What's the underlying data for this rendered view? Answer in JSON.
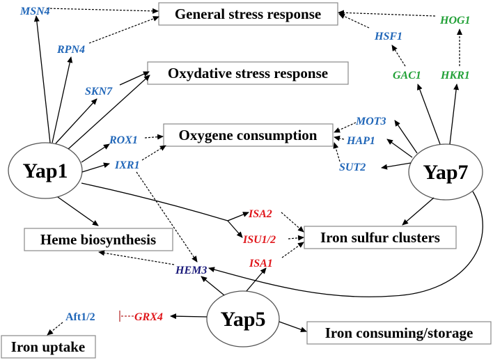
{
  "hubs": {
    "yap1": "Yap1",
    "yap7": "Yap7",
    "yap5": "Yap5"
  },
  "processes": {
    "general_stress": "General stress response",
    "oxidative_stress": "Oxydative stress response",
    "oxygen_consumption": "Oxygene consumption",
    "heme_biosynthesis": "Heme biosynthesis",
    "iron_sulfur": "Iron sulfur clusters",
    "iron_uptake": "Iron uptake",
    "iron_consuming": "Iron consuming/storage"
  },
  "genes": {
    "msn4": "MSN4",
    "rpn4": "RPN4",
    "skn7": "SKN7",
    "rox1": "ROX1",
    "ixr1": "IXR1",
    "hsf1": "HSF1",
    "gac1": "GAC1",
    "hkr1": "HKR1",
    "hog1": "HOG1",
    "mot3": "MOT3",
    "hap1": "HAP1",
    "sut2": "SUT2",
    "isa2": "ISA2",
    "isu12": "ISU1/2",
    "isa1": "ISA1",
    "hem3": "HEM3",
    "grx4": "GRX4",
    "aft12": "Aft1/2"
  },
  "colors": {
    "blue": "#2066b8",
    "green": "#21a036",
    "red": "#e0161b",
    "navy": "#1a1a7a"
  }
}
